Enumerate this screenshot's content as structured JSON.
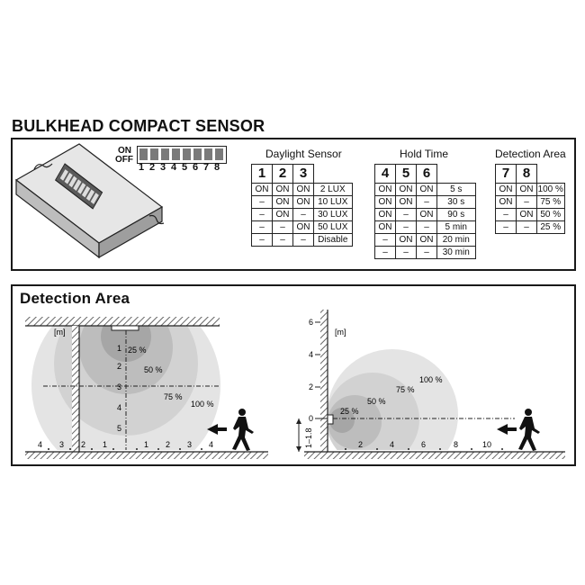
{
  "title": "BULKHEAD COMPACT SENSOR",
  "dip": {
    "on": "ON",
    "off": "OFF",
    "switches": [
      "1",
      "2",
      "3",
      "4",
      "5",
      "6",
      "7",
      "8"
    ]
  },
  "daylight": {
    "caption": "Daylight Sensor",
    "headers": [
      "1",
      "2",
      "3"
    ],
    "rows": [
      [
        "ON",
        "ON",
        "ON",
        "2 LUX"
      ],
      [
        "–",
        "ON",
        "ON",
        "10 LUX"
      ],
      [
        "–",
        "ON",
        "–",
        "30 LUX"
      ],
      [
        "–",
        "–",
        "ON",
        "50 LUX"
      ],
      [
        "–",
        "–",
        "–",
        "Disable"
      ]
    ]
  },
  "hold": {
    "caption": "Hold Time",
    "headers": [
      "4",
      "5",
      "6"
    ],
    "rows": [
      [
        "ON",
        "ON",
        "ON",
        "5 s"
      ],
      [
        "ON",
        "ON",
        "–",
        "30 s"
      ],
      [
        "ON",
        "–",
        "ON",
        "90 s"
      ],
      [
        "ON",
        "–",
        "–",
        "5 min"
      ],
      [
        "–",
        "ON",
        "ON",
        "20 min"
      ],
      [
        "–",
        "–",
        "–",
        "30 min"
      ]
    ]
  },
  "area": {
    "caption": "Detection Area",
    "headers": [
      "7",
      "8"
    ],
    "rows": [
      [
        "ON",
        "ON",
        "100 %"
      ],
      [
        "ON",
        "–",
        "75 %"
      ],
      [
        "–",
        "ON",
        "50 %"
      ],
      [
        "–",
        "–",
        "25 %"
      ]
    ]
  },
  "detection": {
    "title": "Detection Area",
    "unit": "[m]",
    "left": {
      "percents": [
        "25 %",
        "50 %",
        "75 %",
        "100 %"
      ],
      "v_ticks": [
        "1",
        "2",
        "3",
        "4",
        "5"
      ],
      "h_ticks": [
        "4",
        "3",
        "2",
        "1",
        "1",
        "2",
        "3",
        "4"
      ]
    },
    "right": {
      "percents": [
        "25 %",
        "50 %",
        "75 %",
        "100 %"
      ],
      "v_ticks": [
        "6",
        "4",
        "2",
        "0"
      ],
      "h_ticks": [
        "2",
        "4",
        "6",
        "8",
        "10"
      ],
      "height_label": "1–1.8"
    }
  }
}
